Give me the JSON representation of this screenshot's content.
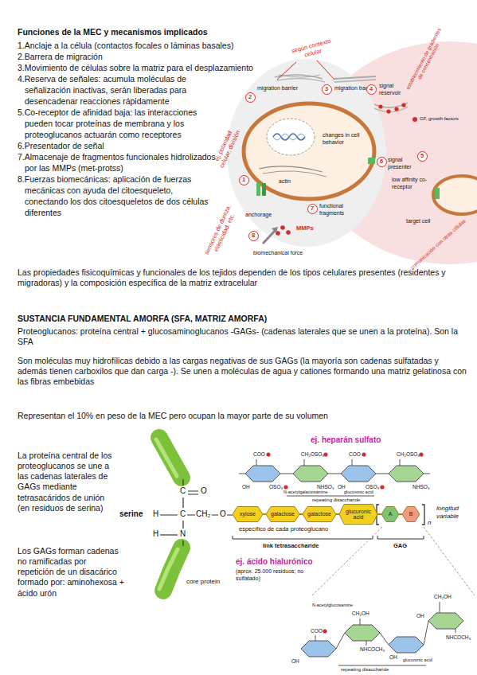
{
  "diagram": {
    "title": "Funciones de la MEC y mecanismos implicados",
    "nodes": [
      {
        "text": [
          "1"
        ]
      },
      {
        "text": [
          "2"
        ]
      },
      {
        "text": [
          "3"
        ]
      },
      {
        "text": [
          "4"
        ]
      },
      {
        "text": [
          "5"
        ]
      },
      {
        "text": [
          "6"
        ]
      },
      {
        "text": [
          "7"
        ]
      },
      {
        "text": [
          "8"
        ]
      },
      {
        "text": [
          "xylose"
        ]
      },
      {
        "text": [
          "galactose"
        ]
      },
      {
        "text": [
          "galactose"
        ]
      },
      {
        "text": [
          "glucuronic acid"
        ]
      },
      {
        "text": [
          "A"
        ]
      },
      {
        "text": [
          "B"
        ]
      }
    ],
    "edges": [
      {
        "from": 8,
        "to": 9,
        "arrow": "none"
      },
      {
        "from": 9,
        "to": 10,
        "arrow": "none"
      },
      {
        "from": 10,
        "to": 11,
        "arrow": "none"
      },
      {
        "from": 11,
        "to": 12,
        "arrow": "none"
      },
      {
        "from": 12,
        "to": 13,
        "arrow": "none"
      }
    ],
    "labels": [
      "1.Anclaje a la célula (contactos focales o láminas basales)",
      "2.Barrera de migración",
      "3.Movimiento de células sobre la matriz para el desplazamiento",
      "4.Reserva de señales: acumula moléculas de señalización inactivas, serán liberadas para desencadenar reacciones rápidamente",
      "5.Co-receptor de afinidad baja: las interacciones pueden tocar proteínas de membrana y los proteoglucanos actuarán como receptores",
      "6.Presentador de señal",
      "7.Almacenaje de fragmentos funcionales hidrolizados por las MMPs (met-protss)",
      "8.Fuerzas biomecánicas: aplicación de fuerzas mecánicas con ayuda del citoesqueleto, conectando los dos citoesqueletos de dos células diferentes",
      "Las propiedades fisicoquímicas y funcionales de los tejidos dependen de los tipos celulares presentes (residentes y migradoras) y la composición específica de la matriz extracelular",
      "SUSTANCIA FUNDAMENTAL AMORFA (SFA, MATRIZ AMORFA)",
      "Proteoglucanos: proteína central + glucosaminoglucanos -GAGs- (cadenas laterales que se unen a la proteína). Son la SFA",
      "Son moléculas muy hidrofílicas debido a las cargas negativas de sus GAGs (la mayoría son cadenas sulfatadas y además tienen carboxilos que dan carga -). Se unen a moléculas de agua y cationes formando una matriz gelatinosa con las fibras embebidas",
      "Representan el 10% en peso de la MEC pero ocupan la mayor parte de su volumen",
      "La proteína central de los proteoglucanos se une a las cadenas laterales de GAGs mediante tetrasacáridos de unión (en residuos de serina)",
      "Los GAGs forman cadenas no ramificadas por repetición de un disacárico formado por: aminohexosa + ácido urón",
      "según contexto celular",
      "establecimiento de gradientes de concentración",
      "migration barrier",
      "migration track",
      "signal reservoir",
      "GF, growth factors",
      "changes in cell behavior",
      "ej. polaridad celular, división",
      "anchorage",
      "actin",
      "signal presenter",
      "low affinity co-receptor",
      "sensores de dureza, elasticidad, etc.",
      "functional fragments",
      "MMPs",
      "biomechanical force",
      "target cell",
      "comunicación con otras células",
      "ej. heparán sulfato",
      "COO",
      "CH₂OSO₃",
      "COO",
      "CH₂OSO₃",
      "OH",
      "OSO₃",
      "NHSO₃",
      "OH",
      "OSO₃",
      "NHSO₃",
      "N-acetylgalactosamine",
      "glucuronic acid",
      "repeating disaccharide",
      "C",
      "O",
      "serine",
      "H",
      "C",
      "CH₂",
      "O",
      "H",
      "N",
      "core protein",
      "específico de cada proteoglucano",
      "link tetrasaccharide",
      "GAG",
      "longitud variable",
      "n",
      "ej. ácido hialurónico",
      "(aprox. 25.000 residuos; no sulfatado)",
      "N-acetylglucosamine",
      "CH₂OH",
      "CH₂OH",
      "COO",
      "OH",
      "NHCOCH₃",
      "OH",
      "glucuronic acid",
      "NHCOCH₃",
      "OH",
      "repeating disaccharide"
    ]
  }
}
